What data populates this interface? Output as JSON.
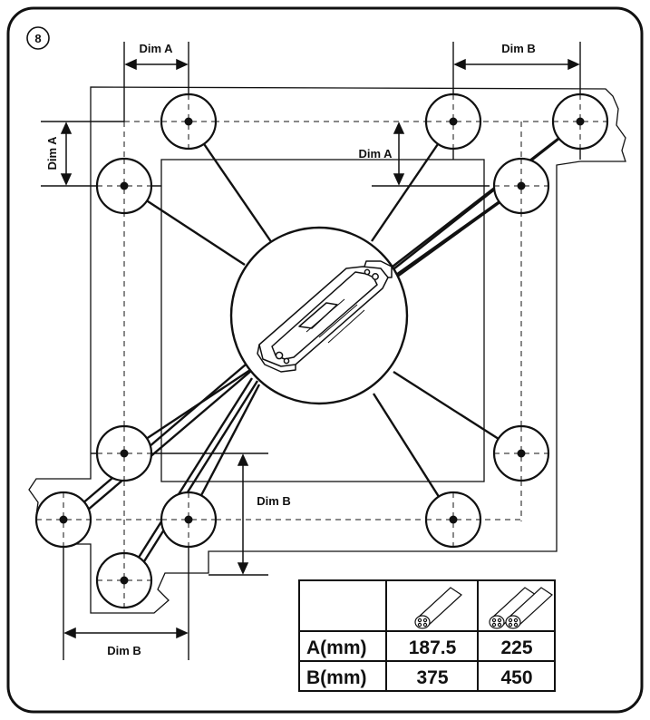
{
  "step_number": "8",
  "labels": {
    "dim_a": "Dim A",
    "dim_b": "Dim B"
  },
  "table": {
    "columns": [
      "single-cable-icon",
      "double-cable-icon"
    ],
    "rows": [
      {
        "label": "A(mm)",
        "values": [
          "187.5",
          "225"
        ]
      },
      {
        "label": "B(mm)",
        "values": [
          "375",
          "450"
        ]
      }
    ]
  },
  "colors": {
    "ink": "#111111",
    "background": "#ffffff"
  }
}
